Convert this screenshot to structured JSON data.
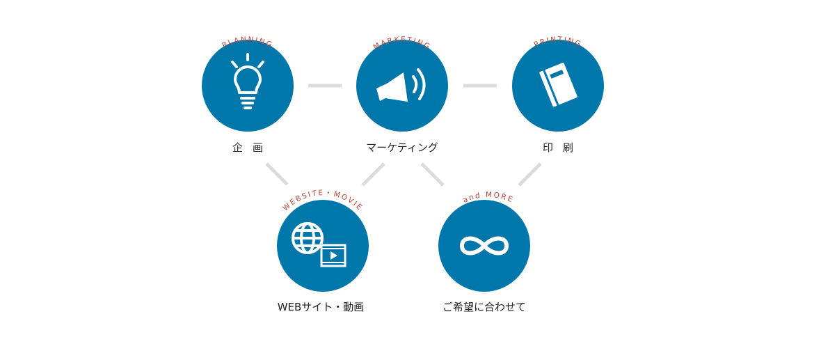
{
  "nodes": [
    {
      "id": "planning",
      "english": "PLANNING",
      "label": "企画",
      "icon": "lightbulb-icon"
    },
    {
      "id": "marketing",
      "english": "MARKETING",
      "label": "マーケティング",
      "icon": "megaphone-icon"
    },
    {
      "id": "printing",
      "english": "PRINTING",
      "label": "印刷",
      "icon": "book-icon"
    },
    {
      "id": "website",
      "english": "WEBSITE・MOVIE",
      "label": "WEBサイト・動画",
      "icon": "globe-video-icon"
    },
    {
      "id": "more",
      "english": "and MORE",
      "label": "ご希望に合わせて",
      "icon": "infinity-icon"
    }
  ],
  "colors": {
    "circle": "#0077ab",
    "accent_text": "#b5473a",
    "connector": "#dcdcdc"
  }
}
